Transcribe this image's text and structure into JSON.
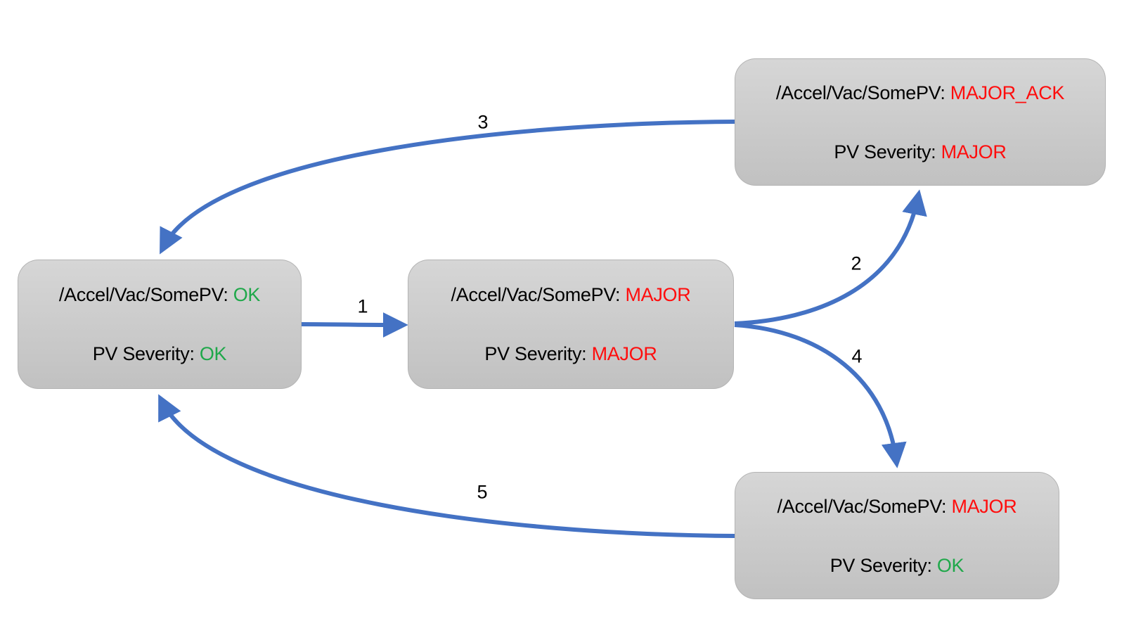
{
  "diagram": {
    "type": "state-transition",
    "edge_color": "#4472c4",
    "value_colors": {
      "OK": "#1fa84a",
      "MAJOR": "#ff0d0d",
      "MAJOR_ACK": "#ff0d0d"
    },
    "states": [
      {
        "id": "ok",
        "pv_label": "/Accel/Vac/SomePV: ",
        "alarm_state": "OK",
        "severity_label": "PV Severity: ",
        "severity": "OK"
      },
      {
        "id": "major",
        "pv_label": "/Accel/Vac/SomePV: ",
        "alarm_state": "MAJOR",
        "severity_label": "PV Severity: ",
        "severity": "MAJOR"
      },
      {
        "id": "ack",
        "pv_label": "/Accel/Vac/SomePV: ",
        "alarm_state": "MAJOR_ACK",
        "severity_label": "PV Severity: ",
        "severity": "MAJOR"
      },
      {
        "id": "cleared",
        "pv_label": "/Accel/Vac/SomePV: ",
        "alarm_state": "MAJOR",
        "severity_label": "PV Severity: ",
        "severity": "OK"
      }
    ],
    "transitions": [
      {
        "label": "1",
        "from": "ok",
        "to": "major"
      },
      {
        "label": "2",
        "from": "major",
        "to": "ack"
      },
      {
        "label": "3",
        "from": "ack",
        "to": "ok"
      },
      {
        "label": "4",
        "from": "major",
        "to": "cleared"
      },
      {
        "label": "5",
        "from": "cleared",
        "to": "ok"
      }
    ]
  }
}
